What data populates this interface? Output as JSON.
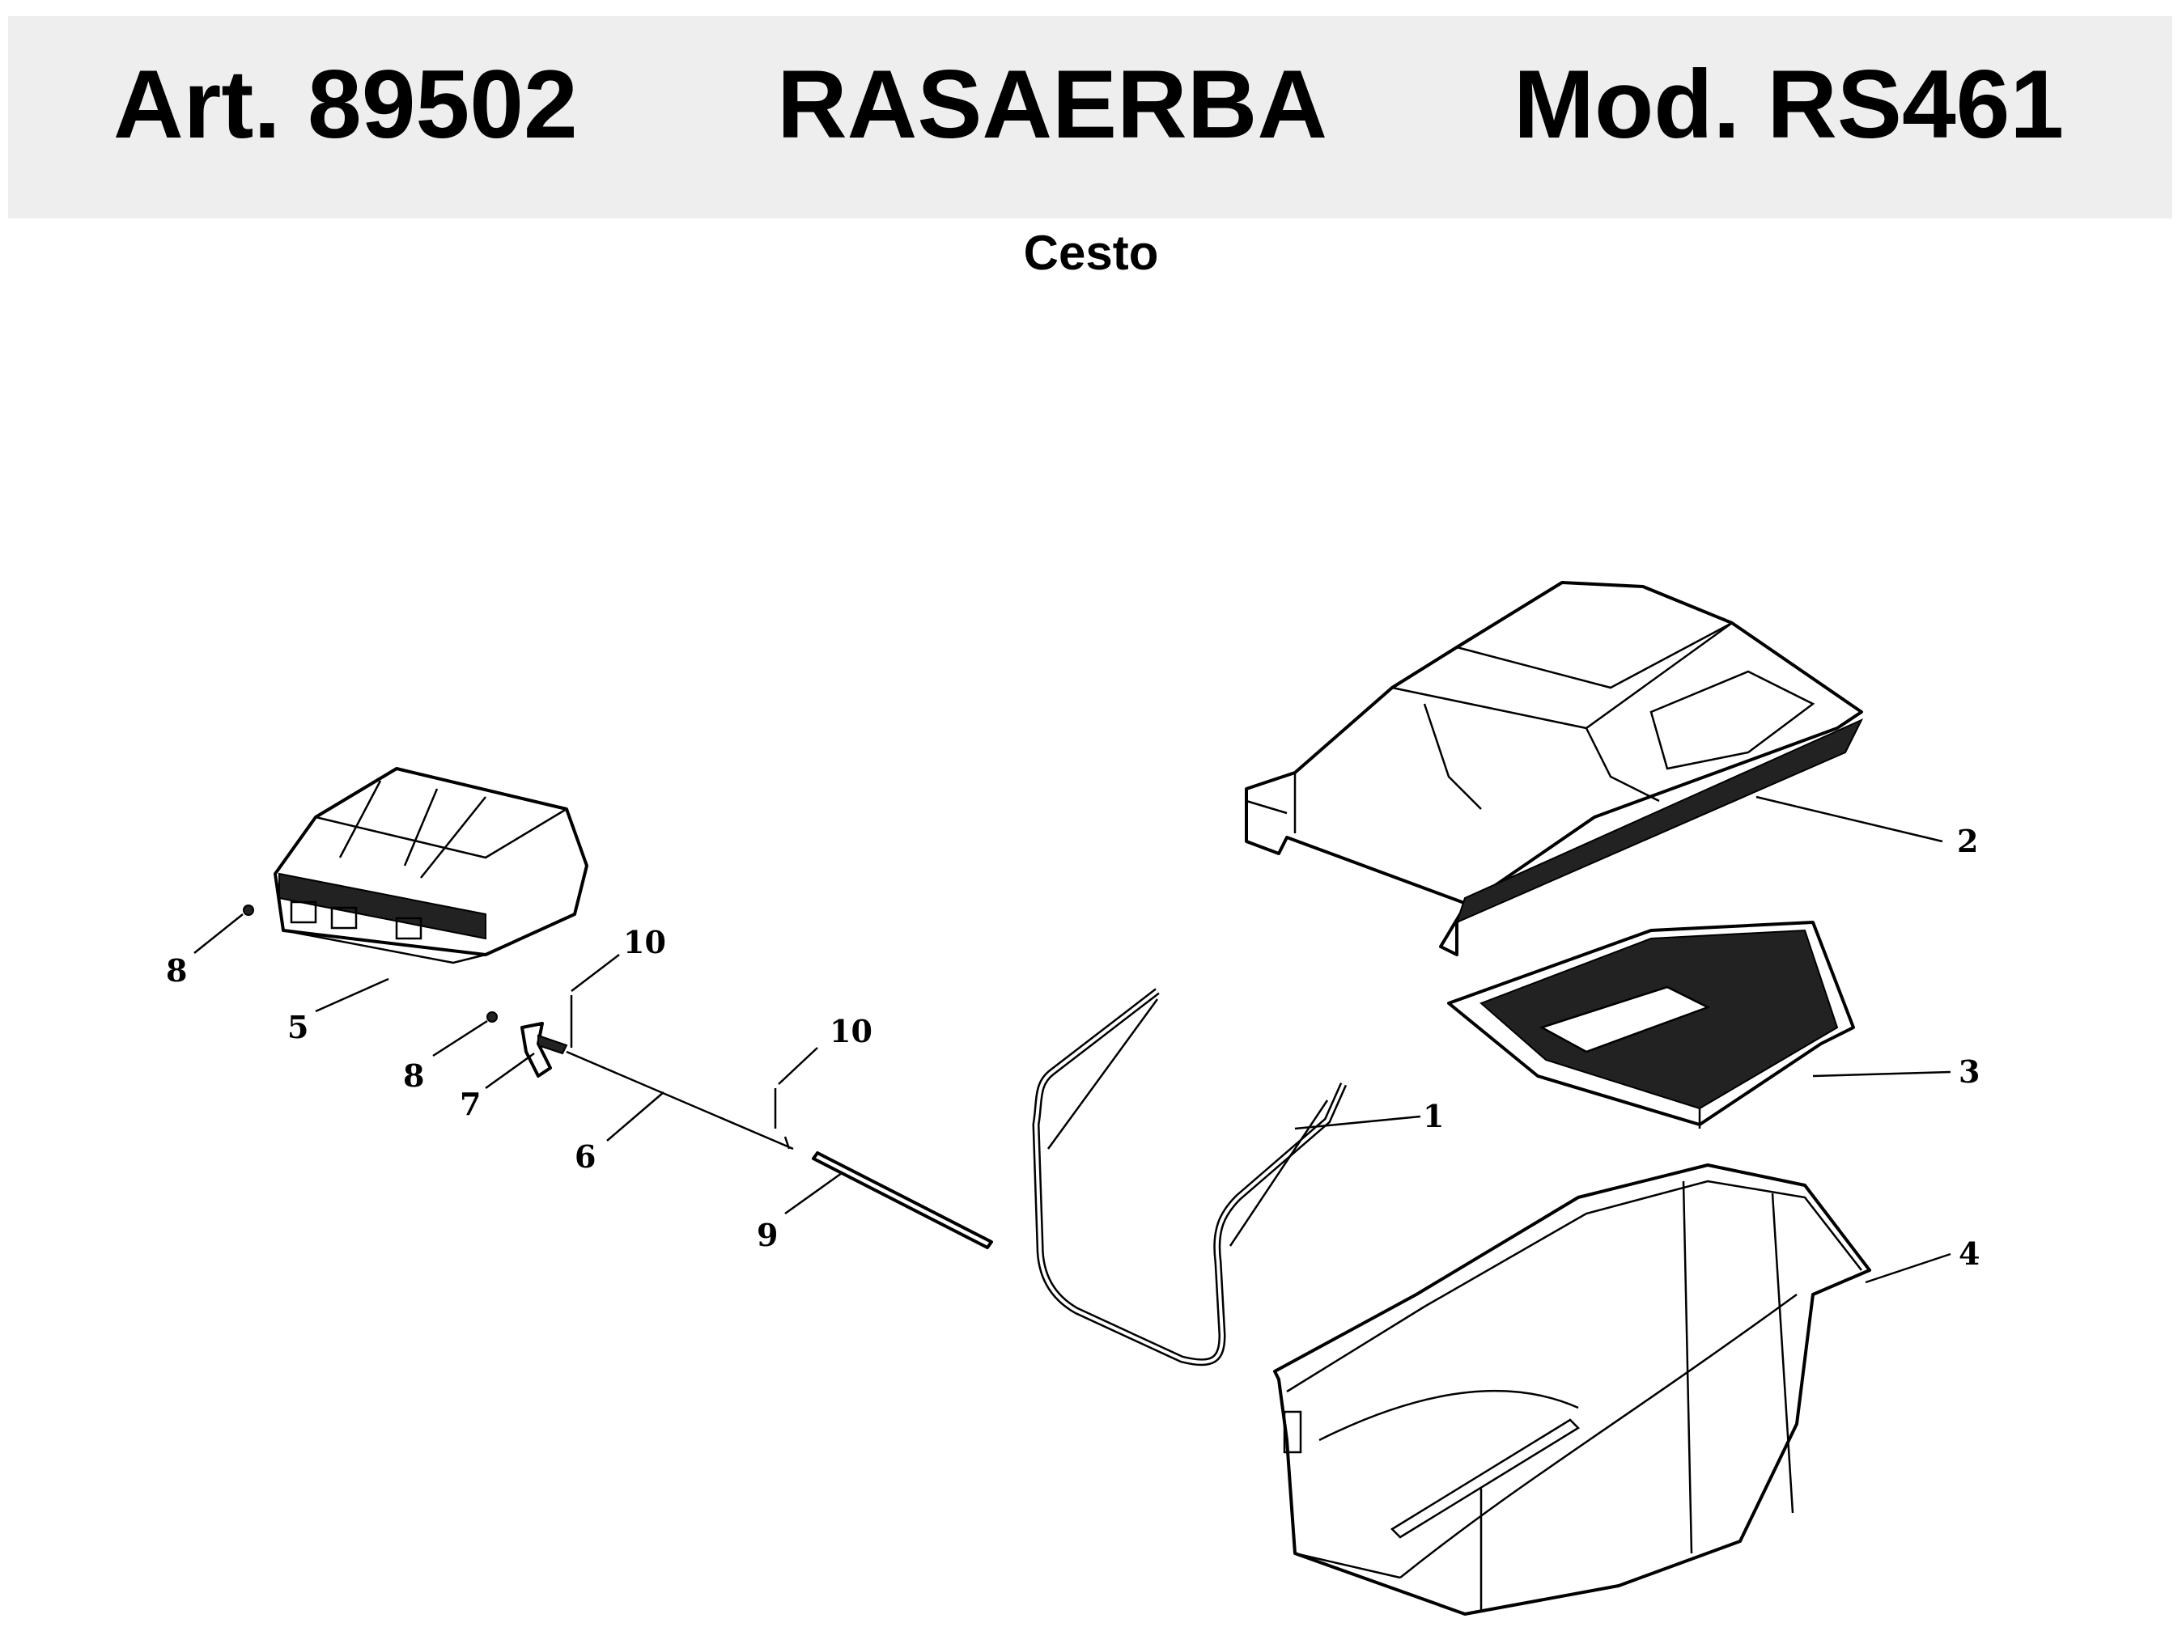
{
  "header": {
    "article": "Art. 89502",
    "product": "RASAERBA",
    "model": "Mod. RS461"
  },
  "subtitle": "Cesto",
  "callouts": [
    "1",
    "2",
    "3",
    "4",
    "5",
    "6",
    "7",
    "8",
    "8",
    "9",
    "10",
    "10"
  ]
}
